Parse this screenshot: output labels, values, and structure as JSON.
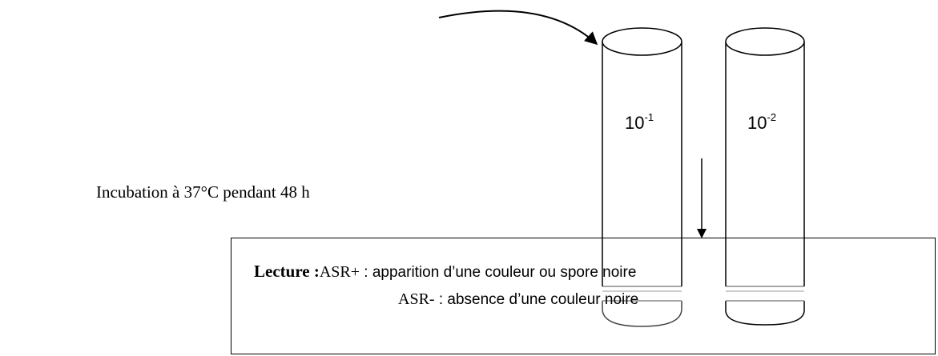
{
  "tubes": [
    {
      "base": "10",
      "exponent": "-1"
    },
    {
      "base": "10",
      "exponent": "-2"
    }
  ],
  "incubation_text": "Incubation à 37°C pendant 48 h",
  "reading": {
    "title": "Lecture :",
    "positive_code": "ASR+",
    "positive_text": " : apparition d’une couleur ou spore noire",
    "negative_code": "ASR-",
    "negative_text": " : absence d’une couleur noire"
  }
}
